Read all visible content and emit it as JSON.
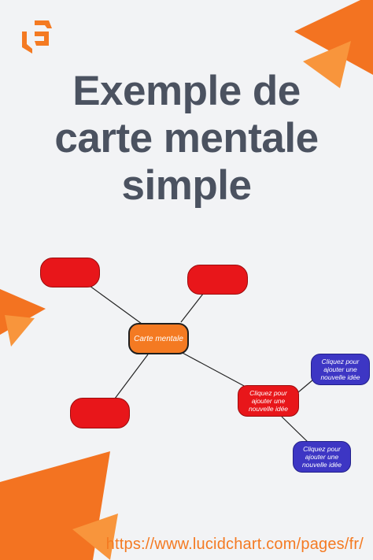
{
  "title": {
    "line1": "Exemple de",
    "line2": "carte mentale",
    "line3": "simple"
  },
  "mindmap": {
    "central_label": "Carte mentale",
    "blank_node_count": 3,
    "child_label": "Cliquez pour ajouter une nouvelle idée",
    "grandchild_labels": [
      "Cliquez pour ajouter une nouvelle idée",
      "Cliquez pour ajouter une nouvelle idée"
    ]
  },
  "footer": {
    "url": "https://www.lucidchart.com/pages/fr/"
  },
  "brand": {
    "logo_icon": "lucidchart-logo-icon"
  },
  "colors": {
    "background": "#f2f3f5",
    "title": "#4b5260",
    "accent_orange": "#f47a22",
    "node_red": "#e8161a",
    "node_blue": "#3d36c4"
  }
}
